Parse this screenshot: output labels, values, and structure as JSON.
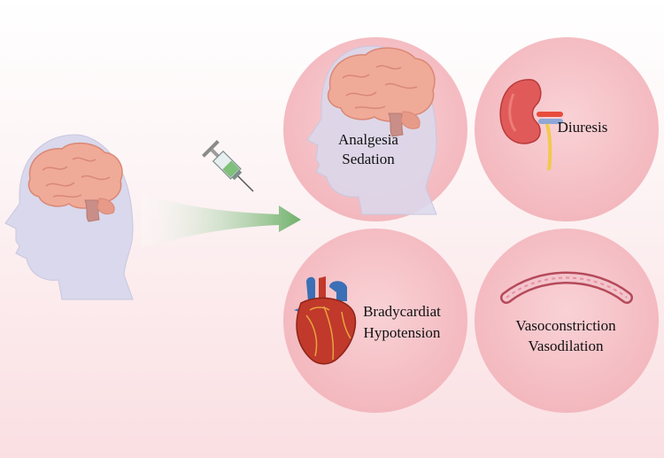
{
  "labels": {
    "analgesia": "Analgesia",
    "sedation": "Sedation",
    "diuresis": "Diuresis",
    "bradycardia": "Bradycardiat",
    "hypotension": "Hypotension",
    "vasoconstriction": "Vasoconstriction",
    "vasodilation": "Vasodilation"
  },
  "icons": [
    "head-brain-icon",
    "syringe-icon",
    "arrow-icon",
    "kidney-icon",
    "heart-icon",
    "blood-vessel-icon"
  ],
  "colors": {
    "circle_fill": "#f3b9bf",
    "head_fill": "#d9d8ec",
    "brain": "#f0aa98",
    "arrow": "#6fb06a",
    "kidney": "#e05a5a",
    "heart": "#c0392b"
  }
}
